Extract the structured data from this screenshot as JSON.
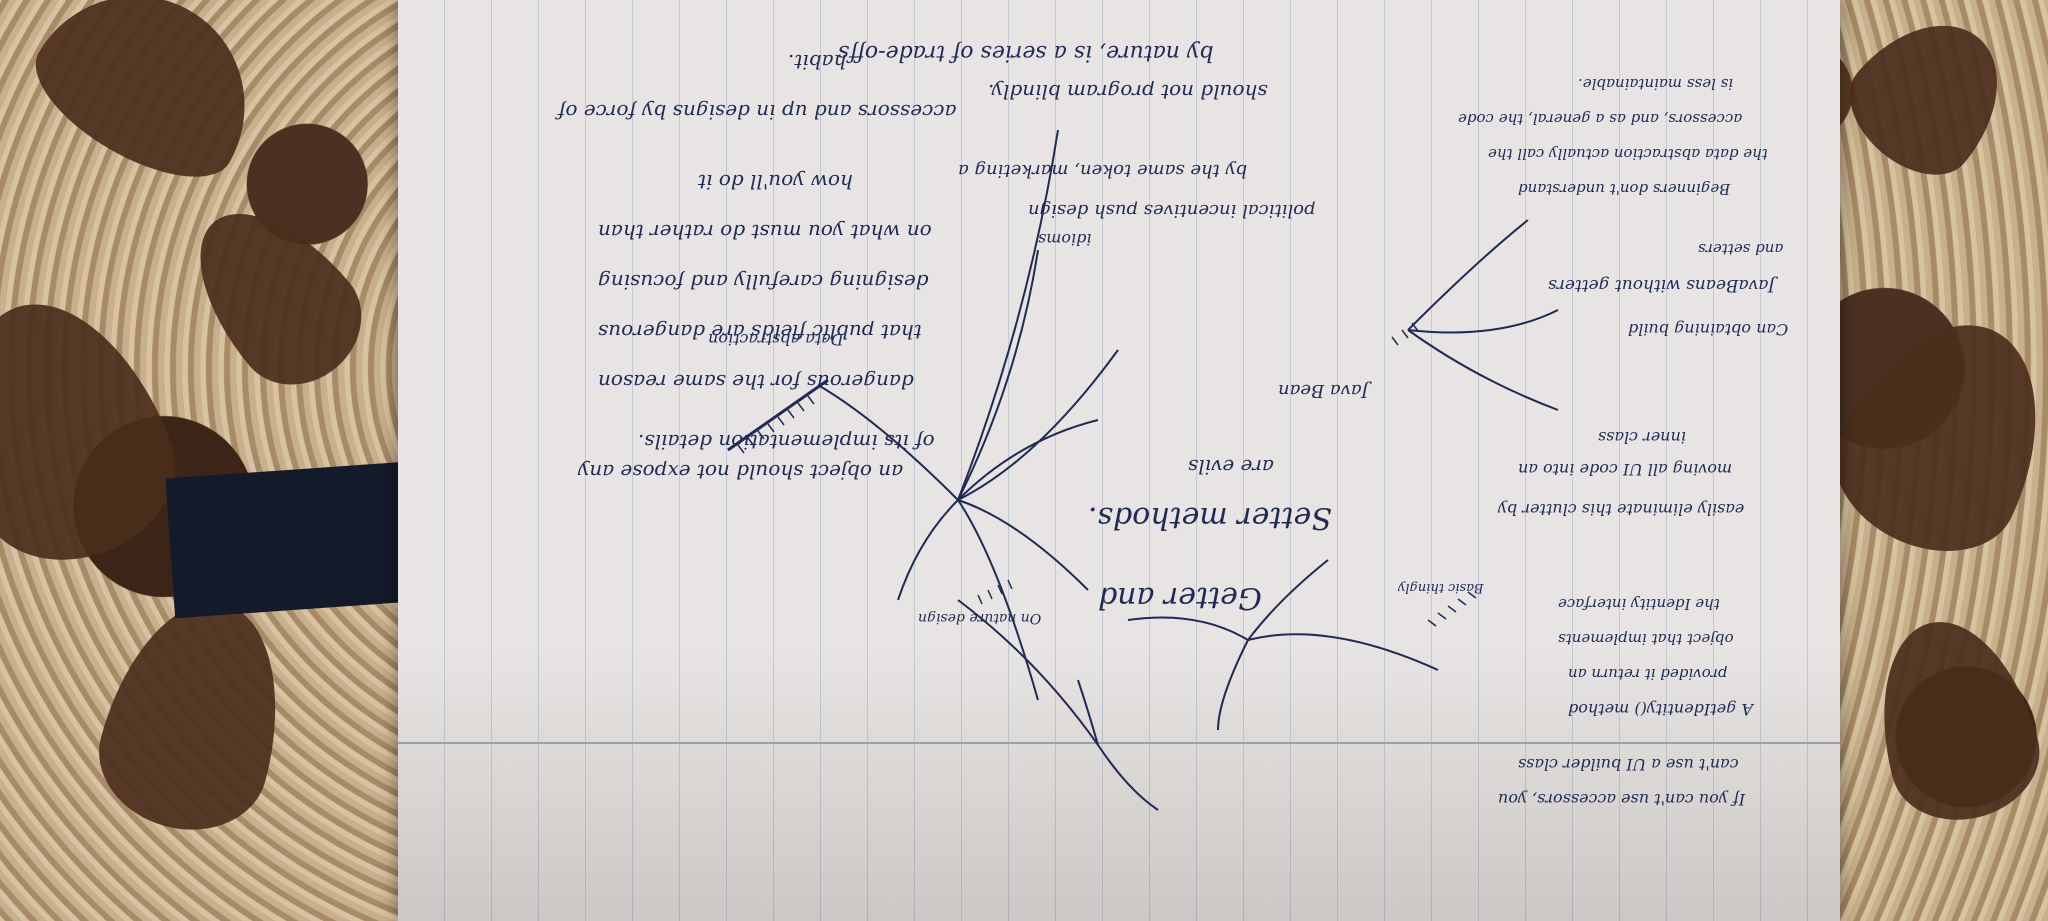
{
  "notes": {
    "main_topic": "Getter and Setter methods.",
    "main_topic_line1": "Getter and",
    "main_topic_line2": "Setter methods.",
    "main_topic_line3": "are evils",
    "branch_java_bean": "Java Bean",
    "branch_data_abstraction": "Data abstraction",
    "branch_design": "On nature design",
    "branch_practice": "Basic thingly",
    "note_java_bean_1": "Can obtaining build",
    "note_java_bean_2": "JavaBeans without getters",
    "note_java_bean_3": "and setters",
    "note_java_bean_4": "Beginners don't understand",
    "note_java_bean_5": "the data abstraction actually call the",
    "note_java_bean_6": "accessors, and as a general, the code",
    "note_java_bean_7": "is less maintainable.",
    "note_abstraction_1": "an object should not expose any",
    "note_abstraction_2": "of its implementation details.",
    "note_abstraction_3": "dangerous for the same reason",
    "note_abstraction_4": "that public fields are dangerous",
    "note_abstraction_5": "designing carefully and focusing",
    "note_abstraction_6": "on what you must do rather than",
    "note_abstraction_7": "how you'll do it",
    "note_abstraction_8": "accessors and up in designs by force of",
    "note_abstraction_9": "habit.",
    "note_clutter_1": "easily eliminate this clutter by",
    "note_clutter_2": "moving all UI code into an",
    "note_clutter_3": "inner class",
    "note_identity_1": "A getIdentity() method",
    "note_identity_2": "provided it return an",
    "note_identity_3": "object that implements",
    "note_identity_4": "the Identity interface",
    "note_ui_1": "If you can't use accessors, you",
    "note_ui_2": "can't use a UI builder class",
    "note_design_1": "should not program blindly.",
    "note_design_2": "political incentives push design",
    "note_design_3": "idioms",
    "note_design_4": "by the same token, marketing a",
    "note_design_5": "by nature, is a series of trade-offs"
  },
  "colors": {
    "ink": "#1f2a55",
    "paper": "#e7e4e3",
    "rule": "#b9c2cf"
  }
}
